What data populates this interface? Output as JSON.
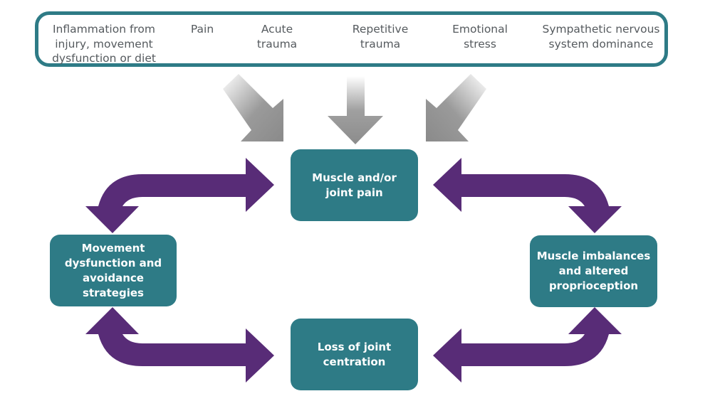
{
  "diagram": {
    "causes": [
      {
        "id": "inflammation",
        "label": "Inflammation from\ninjury, movement\ndysfunction or diet"
      },
      {
        "id": "pain",
        "label": "Pain"
      },
      {
        "id": "acute-trauma",
        "label": "Acute\ntrauma"
      },
      {
        "id": "repetitive-trauma",
        "label": "Repetitive\ntrauma"
      },
      {
        "id": "emotional-stress",
        "label": "Emotional\nstress"
      },
      {
        "id": "sympathetic",
        "label": "Sympathetic nervous\nsystem dominance"
      }
    ],
    "nodes": {
      "top": "Muscle and/or\njoint pain",
      "left": "Movement\ndysfunction and\navoidance strategies",
      "right": "Muscle imbalances\nand altered\nproprioception",
      "bottom": "Loss of joint\ncentration"
    },
    "edges": [
      {
        "from": "causes",
        "to": "top",
        "style": "grey-arrow",
        "count": 3
      },
      {
        "between": [
          "left",
          "top"
        ],
        "style": "bidirectional-curved"
      },
      {
        "between": [
          "top",
          "right"
        ],
        "style": "bidirectional-curved"
      },
      {
        "between": [
          "left",
          "bottom"
        ],
        "style": "bidirectional-curved"
      },
      {
        "between": [
          "bottom",
          "right"
        ],
        "style": "bidirectional-curved"
      }
    ],
    "colors": {
      "node_fill": "#2e7b86",
      "border": "#2e7b86",
      "cycle_arrow": "#582c77",
      "input_arrow": "#8a8a8a",
      "cause_text": "#555a5e"
    }
  }
}
